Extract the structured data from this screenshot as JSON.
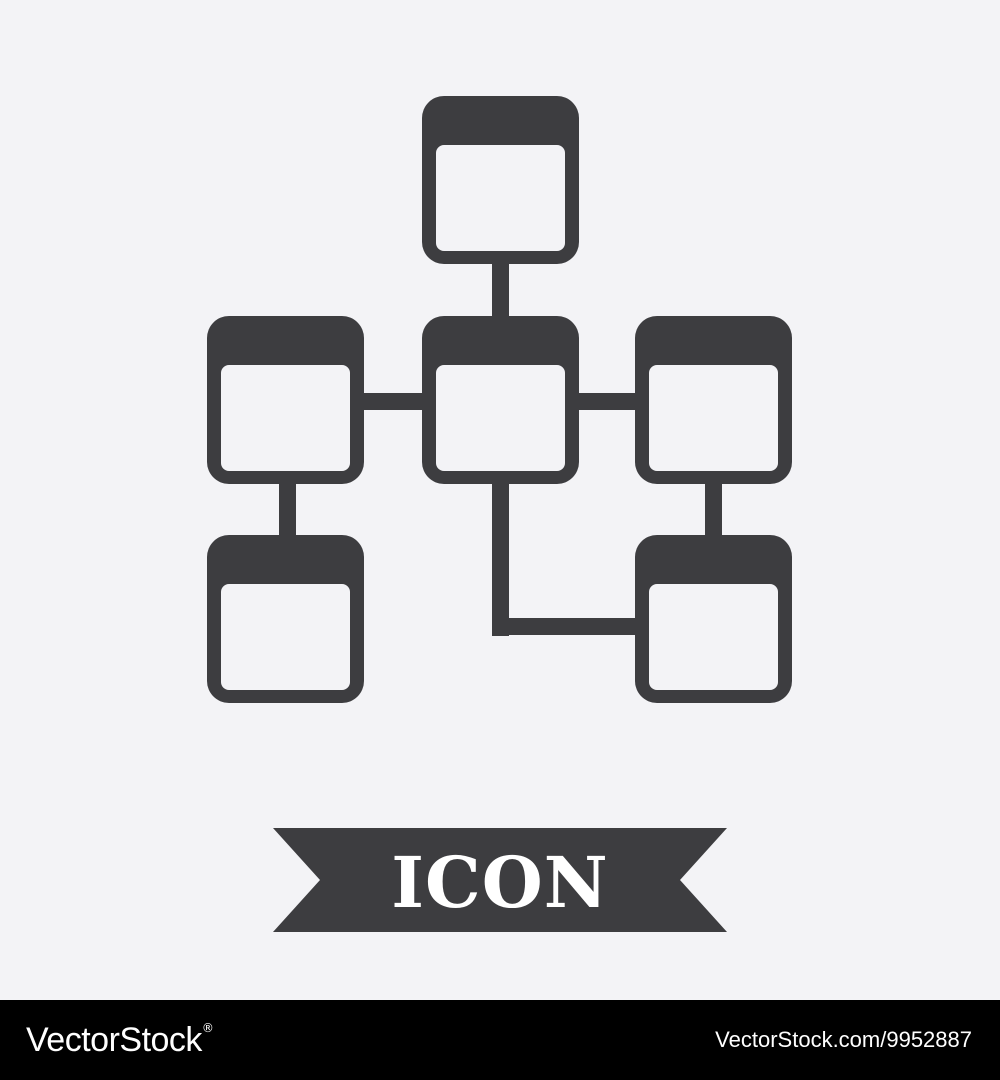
{
  "icon": {
    "name": "database-network-icon",
    "color": "#3d3d40",
    "background": "#f3f3f6"
  },
  "ribbon": {
    "label": "ICON",
    "color": "#3d3d40",
    "text_color": "#ffffff"
  },
  "footer": {
    "brand": "VectorStock",
    "registered_mark": "®",
    "url": "VectorStock.com/9952887",
    "background": "#000000"
  }
}
